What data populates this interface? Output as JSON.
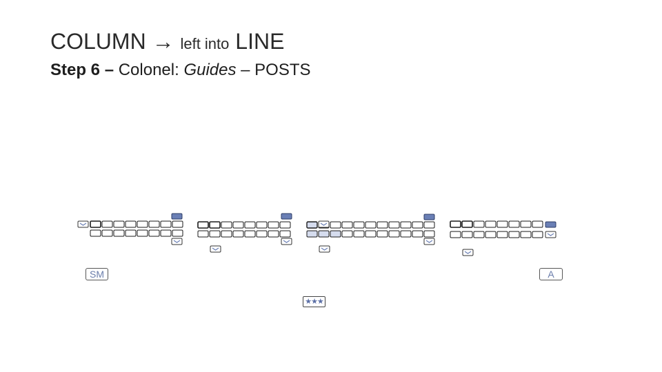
{
  "heading": {
    "part1": "COLUMN → ",
    "part2": "left into",
    "part3": " LINE"
  },
  "subheading": {
    "step": "Step 6 –",
    "role": " Colonel:   ",
    "guides": "Guides",
    "posts": " – POSTS"
  },
  "labels": {
    "sm": "SM",
    "a": "A",
    "stars": "★★★"
  },
  "colors": {
    "outline": "#1a1a1a",
    "accent": "#6a7fb5",
    "highlight": "#d5dcee"
  }
}
